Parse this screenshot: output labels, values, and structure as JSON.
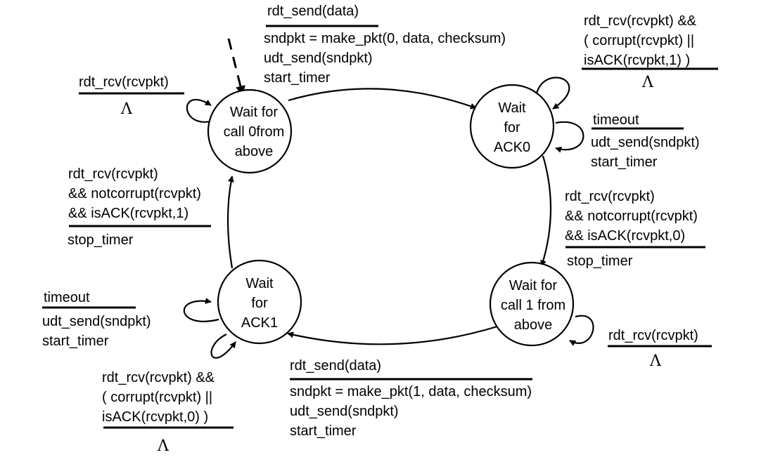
{
  "states": {
    "s0": [
      "Wait for",
      "call 0from",
      "above"
    ],
    "s1": [
      "Wait",
      "for",
      "ACK0"
    ],
    "s2": [
      "Wait for",
      "call 1 from",
      "above"
    ],
    "s3": [
      "Wait",
      "for",
      "ACK1"
    ]
  },
  "transitions": {
    "send0": {
      "event": "rdt_send(data)",
      "actions": [
        "sndpkt = make_pkt(0, data, checksum)",
        "udt_send(sndpkt)",
        "start_timer"
      ]
    },
    "rcv_wait0": {
      "event": "rdt_rcv(rcvpkt)",
      "actions": [
        "Λ"
      ]
    },
    "ack0_bad": {
      "event": [
        "rdt_rcv(rcvpkt) &&",
        "( corrupt(rcvpkt) ||",
        "isACK(rcvpkt,1) )"
      ],
      "actions": [
        "Λ"
      ]
    },
    "timeout0": {
      "event": "timeout",
      "actions": [
        "udt_send(sndpkt)",
        "start_timer"
      ]
    },
    "ack0_ok": {
      "event": [
        "rdt_rcv(rcvpkt)",
        "&& notcorrupt(rcvpkt)",
        "&& isACK(rcvpkt,0)"
      ],
      "actions": [
        "stop_timer"
      ]
    },
    "ack1_ok": {
      "event": [
        "rdt_rcv(rcvpkt)",
        "&& notcorrupt(rcvpkt)",
        "&& isACK(rcvpkt,1)"
      ],
      "actions": [
        "stop_timer"
      ]
    },
    "timeout1": {
      "event": "timeout",
      "actions": [
        "udt_send(sndpkt)",
        "start_timer"
      ]
    },
    "ack1_bad": {
      "event": [
        "rdt_rcv(rcvpkt) &&",
        "( corrupt(rcvpkt) ||",
        "isACK(rcvpkt,0) )"
      ],
      "actions": [
        "Λ"
      ]
    },
    "send1": {
      "event": "rdt_send(data)",
      "actions": [
        "sndpkt = make_pkt(1, data, checksum)",
        "udt_send(sndpkt)",
        "start_timer"
      ]
    },
    "rcv_wait1": {
      "event": "rdt_rcv(rcvpkt)",
      "actions": [
        "Λ"
      ]
    }
  }
}
